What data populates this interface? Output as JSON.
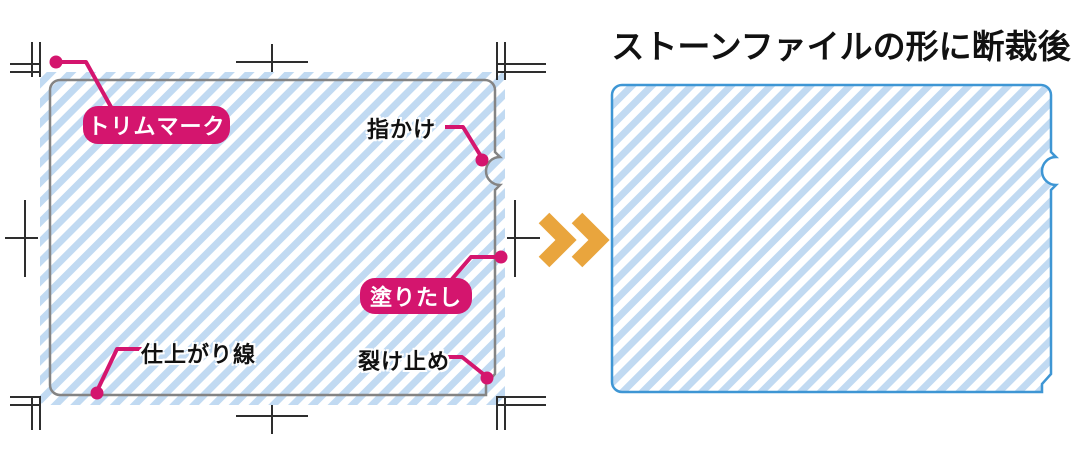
{
  "diagram": {
    "title": "ストーンファイルの形に断裁後",
    "annotations": {
      "trim_mark": {
        "label": "トリムマーク",
        "style": "badge"
      },
      "finger_notch": {
        "label": "指かけ",
        "style": "plain"
      },
      "bleed": {
        "label": "塗りたし",
        "style": "badge"
      },
      "finish_line": {
        "label": "仕上がり線",
        "style": "plain"
      },
      "tear_stop": {
        "label": "裂け止め",
        "style": "plain"
      }
    },
    "arrow_icon": "double-chevron-right"
  },
  "colors": {
    "accent_pink": "#d4156e",
    "stripe_blue": "#c1daf2",
    "outline_blue": "#3e96d4",
    "finish_gray": "#848484",
    "mark_black": "#2e2e2e",
    "arrow_orange": "#e9a53d",
    "text_black": "#111111",
    "page_bg": "#ffffff"
  }
}
